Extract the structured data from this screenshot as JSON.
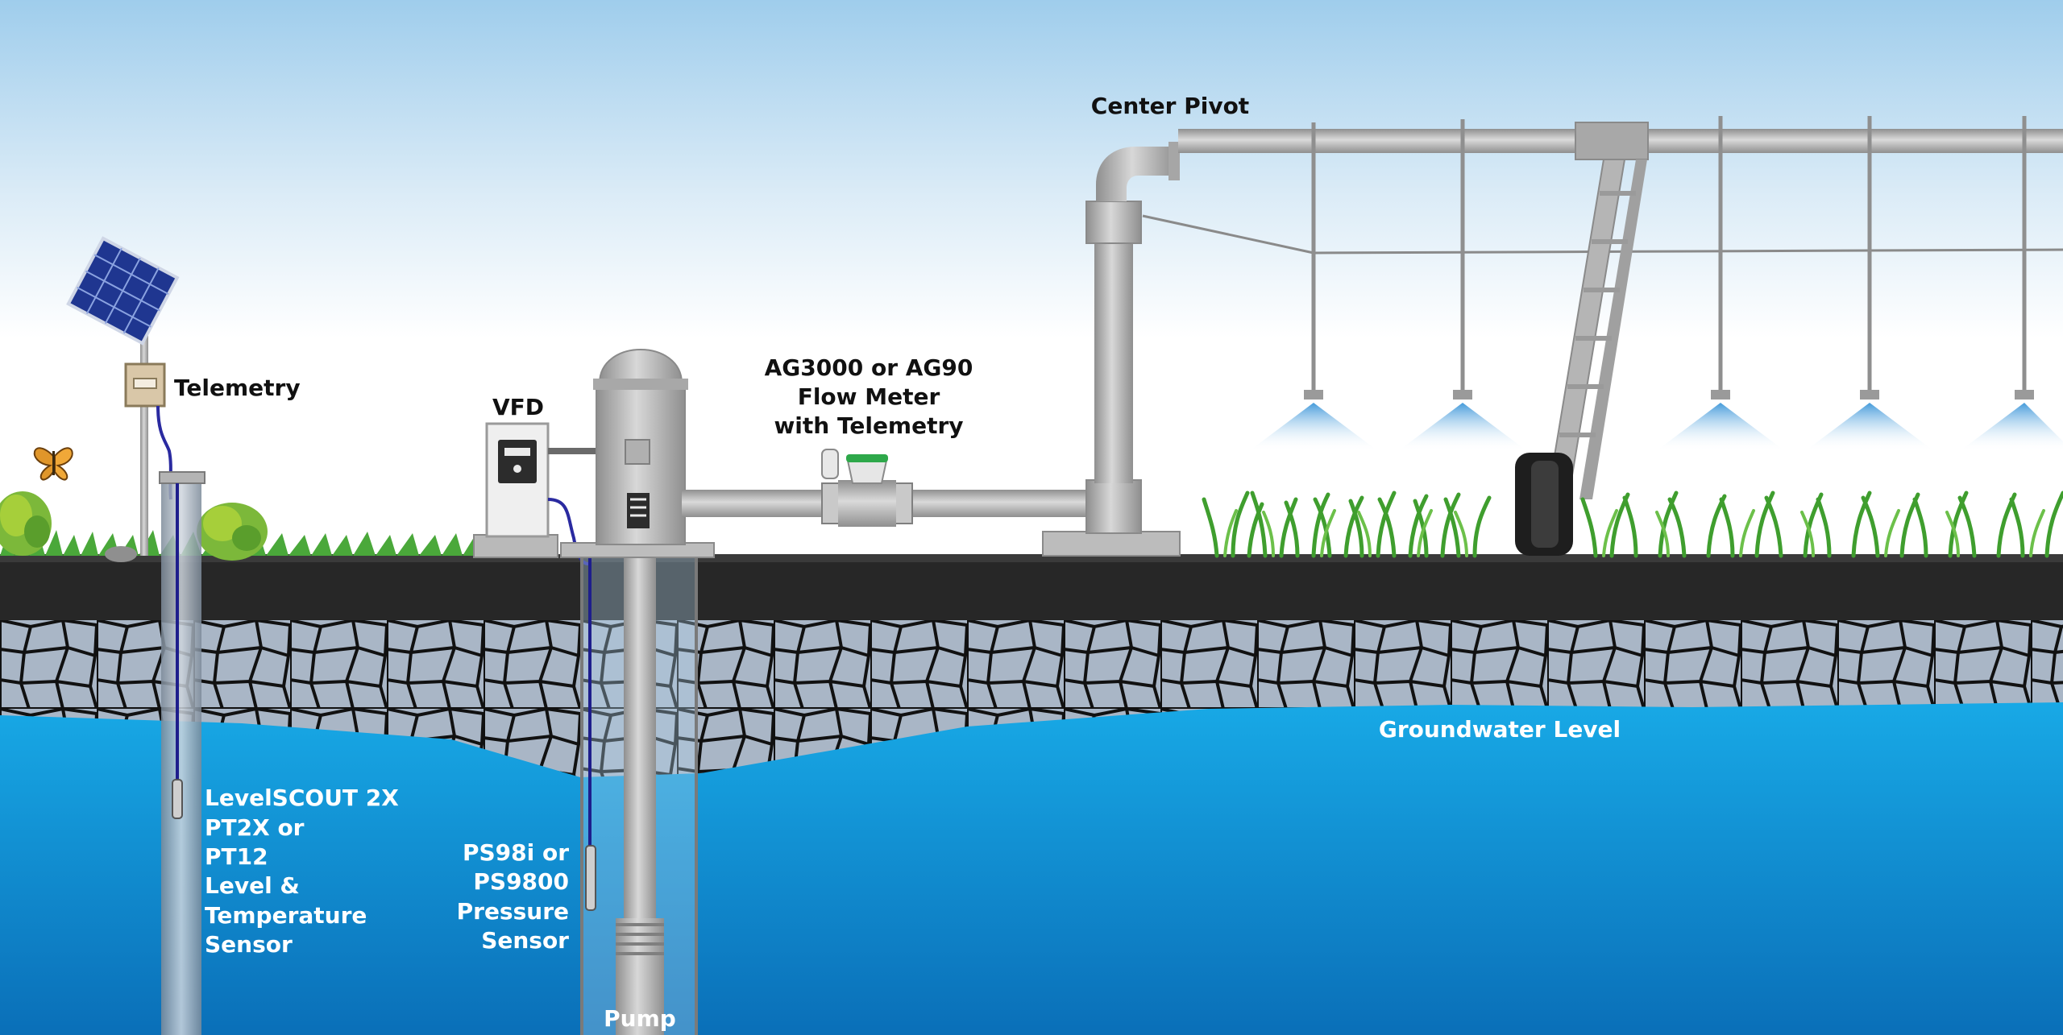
{
  "labels": {
    "center_pivot": "Center Pivot",
    "telemetry": "Telemetry",
    "vfd": "VFD",
    "flow_meter": [
      "AG3000 or AG90",
      "Flow Meter",
      "with Telemetry"
    ],
    "groundwater_level": "Groundwater Level",
    "level_sensor": [
      "LevelSCOUT 2X",
      "PT2X or",
      "PT12",
      "Level &",
      "Temperature",
      "Sensor"
    ],
    "pressure_sensor": [
      "PS98i or",
      "PS9800",
      "Pressure",
      "Sensor"
    ],
    "pump": "Pump"
  },
  "colors": {
    "sky_top": "#a9d3ee",
    "sky_bottom": "#ffffff",
    "water": "#1aa3e0",
    "water_deep": "#0b7fc4",
    "soil": "#2a2a2a",
    "rock": "#a9b6c6",
    "rock_line": "#111111",
    "pipe": "#b9b9b9",
    "pipe_dark": "#8d8d8d",
    "grass": "#3f9e2e",
    "solar": "#243c9a",
    "spray": "#4aa6e0"
  },
  "icons": [
    "solar-panel-icon",
    "butterfly-icon",
    "vfd-panel-icon",
    "flow-meter-icon",
    "pump-motor-icon",
    "sprinkler-icon",
    "pivot-wheel-icon"
  ]
}
